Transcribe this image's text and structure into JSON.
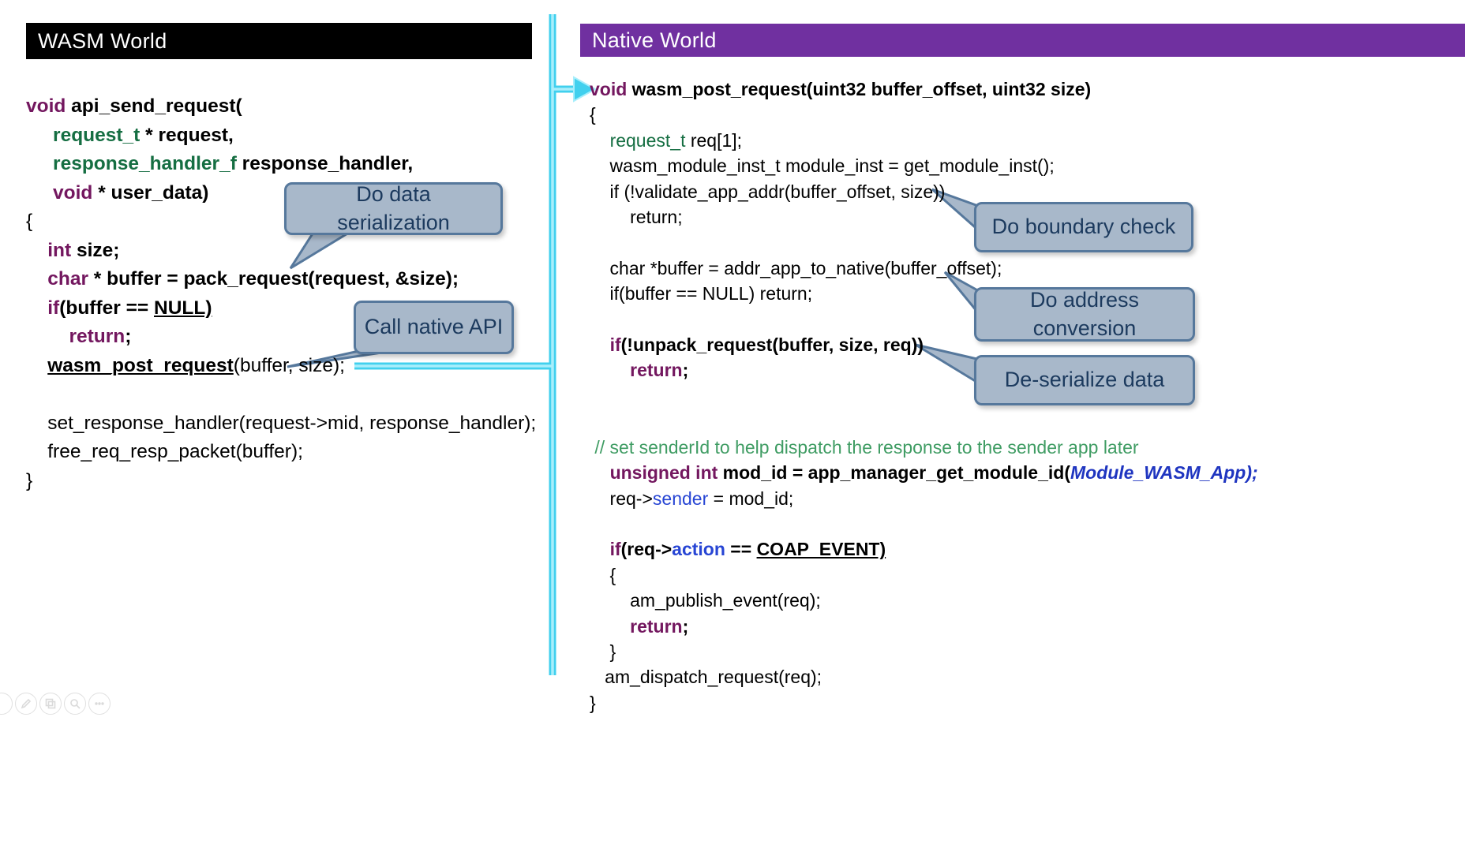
{
  "left_panel": {
    "header": "WASM World",
    "code_lines": [
      [
        {
          "t": "void",
          "c": "kw"
        },
        {
          "t": " api_send_request(",
          "c": "b"
        }
      ],
      [
        {
          "t": "     request_t",
          "c": "typ"
        },
        {
          "t": " * request,",
          "c": "b"
        }
      ],
      [
        {
          "t": "     response_handler_f",
          "c": "typ"
        },
        {
          "t": " response_handler,",
          "c": "b"
        }
      ],
      [
        {
          "t": "     void",
          "c": "kw"
        },
        {
          "t": " * user_data)",
          "c": "b"
        }
      ],
      [
        {
          "t": "{",
          "c": "p"
        }
      ],
      [
        {
          "t": "    int",
          "c": "kw"
        },
        {
          "t": " size;",
          "c": "b"
        }
      ],
      [
        {
          "t": "    char",
          "c": "kw"
        },
        {
          "t": " * buffer = pack_request(request, &size);",
          "c": "b"
        }
      ],
      [
        {
          "t": "    ",
          "c": "p"
        },
        {
          "t": "if",
          "c": "kw"
        },
        {
          "t": "(buffer == ",
          "c": "b"
        },
        {
          "t": "NULL)",
          "c": "ub"
        }
      ],
      [
        {
          "t": "        return",
          "c": "kw"
        },
        {
          "t": ";",
          "c": "b"
        }
      ],
      [
        {
          "t": "    ",
          "c": "p"
        },
        {
          "t": "wasm_post_request",
          "c": "ub"
        },
        {
          "t": "(buffer, size);",
          "c": "p"
        }
      ],
      [],
      [
        {
          "t": "    set_response_handler(request->mid, response_handler);",
          "c": "p"
        }
      ],
      [
        {
          "t": "    free_req_resp_packet(buffer);",
          "c": "p"
        }
      ],
      [
        {
          "t": "}",
          "c": "p"
        }
      ]
    ]
  },
  "right_panel": {
    "header": "Native World",
    "code_lines": [
      [
        {
          "t": "void",
          "c": "kw"
        },
        {
          "t": " wasm_post_request(uint32 buffer_offset, uint32 size)",
          "c": "b"
        }
      ],
      [
        {
          "t": "{",
          "c": "p"
        }
      ],
      [
        {
          "t": "    ",
          "c": "p"
        },
        {
          "t": "request_t",
          "c": "typn"
        },
        {
          "t": " req[1];",
          "c": "p"
        }
      ],
      [
        {
          "t": "    wasm_module_inst_t module_inst = get_module_inst();",
          "c": "p"
        }
      ],
      [
        {
          "t": "    if (!validate_app_addr(buffer_offset, size))",
          "c": "p"
        }
      ],
      [
        {
          "t": "        return;",
          "c": "p"
        }
      ],
      [],
      [
        {
          "t": "    char *buffer = addr_app_to_native(buffer_offset);",
          "c": "p"
        }
      ],
      [
        {
          "t": "    if(buffer == NULL) return;",
          "c": "p"
        }
      ],
      [],
      [
        {
          "t": "    ",
          "c": "p"
        },
        {
          "t": "if",
          "c": "kw"
        },
        {
          "t": "(!unpack_request(buffer, size, req))",
          "c": "b"
        }
      ],
      [
        {
          "t": "        ",
          "c": "p"
        },
        {
          "t": "return",
          "c": "kw"
        },
        {
          "t": ";",
          "c": "b"
        }
      ],
      [],
      [],
      [
        {
          "t": " // set senderId to help dispatch the response to the sender app later",
          "c": "cmt"
        }
      ],
      [
        {
          "t": "    ",
          "c": "p"
        },
        {
          "t": "unsigned int",
          "c": "kw"
        },
        {
          "t": " mod_id = app_manager_get_module_id(",
          "c": "b"
        },
        {
          "t": "Module_WASM_App);",
          "c": "blubi"
        }
      ],
      [
        {
          "t": "    req->",
          "c": "p"
        },
        {
          "t": "sender",
          "c": "blu"
        },
        {
          "t": " = mod_id;",
          "c": "p"
        }
      ],
      [],
      [
        {
          "t": "    ",
          "c": "p"
        },
        {
          "t": "if",
          "c": "kw"
        },
        {
          "t": "(req->",
          "c": "b"
        },
        {
          "t": "action",
          "c": "blub"
        },
        {
          "t": " == ",
          "c": "b"
        },
        {
          "t": "COAP_EVENT)",
          "c": "ub"
        }
      ],
      [
        {
          "t": "    {",
          "c": "p"
        }
      ],
      [
        {
          "t": "        am_publish_event(req);",
          "c": "p"
        }
      ],
      [
        {
          "t": "        ",
          "c": "p"
        },
        {
          "t": "return",
          "c": "kw"
        },
        {
          "t": ";",
          "c": "b"
        }
      ],
      [
        {
          "t": "    }",
          "c": "p"
        }
      ],
      [
        {
          "t": "   am_dispatch_request(req);",
          "c": "p"
        }
      ],
      [
        {
          "t": "}",
          "c": "p"
        }
      ]
    ]
  },
  "callouts": {
    "serialize": {
      "text": "Do data\nserialization"
    },
    "call_native": {
      "text": "Call native API"
    },
    "boundary": {
      "text": "Do boundary check"
    },
    "address": {
      "text": "Do address\nconversion"
    },
    "deserialize": {
      "text": "De-serialize data"
    }
  },
  "viewer_toolbar": {
    "icons": [
      "edit-icon",
      "copy-icon",
      "zoom-icon",
      "more-icon"
    ]
  },
  "colors": {
    "wasm_header_bg": "#000000",
    "native_header_bg": "#7030A0",
    "arrow_cyan": "#41d0ee",
    "callout_fill": "#a8b8ca",
    "callout_border": "#56789c",
    "keyword": "#73175f",
    "type_green": "#156e42",
    "comment_green": "#3f9c63",
    "identifier_blue": "#2745d4"
  }
}
